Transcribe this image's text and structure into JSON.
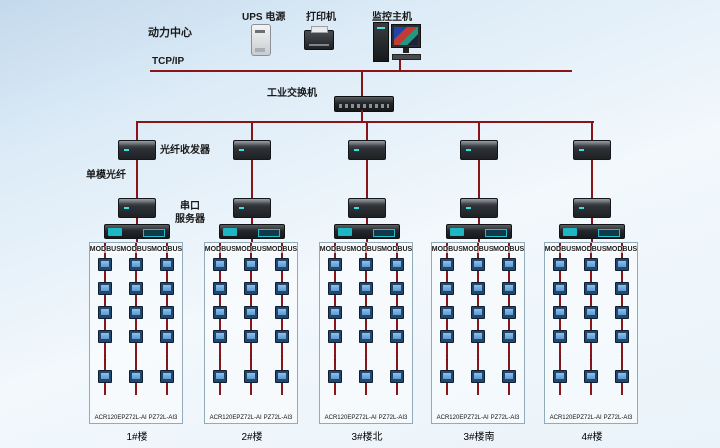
{
  "header": {
    "power_center": "动力中心",
    "tcpip": "TCP/IP",
    "switch": "工业交换机",
    "devices": {
      "ups": "UPS 电源",
      "printer": "打印机",
      "host": "监控主机"
    }
  },
  "links": {
    "fiber_transceiver": "光纤收发器",
    "single_mode_fiber": "单模光纤",
    "serial_server": [
      "串口",
      "服务器"
    ]
  },
  "misc": {
    "ellipsis": "⋮"
  },
  "colors": {
    "line": "#8a1518",
    "background_top": "#c3d9ec",
    "background_bottom": "#f2f8fc",
    "meter_body": "#24466b",
    "meter_screen": "#5a9ad4",
    "serial_accent": "#1fb6c4"
  },
  "groups": [
    {
      "building": "1#楼",
      "buses": [
        "MODBUS",
        "MODBUS",
        "MODBUS"
      ],
      "footer": [
        "ACR120EPZ72L-AI",
        "PZ72L-AI3"
      ]
    },
    {
      "building": "2#楼",
      "buses": [
        "MODBUS",
        "MODBUS",
        "MODBUS"
      ],
      "footer": [
        "ACR120EPZ72L-AI",
        "PZ72L-AI3"
      ]
    },
    {
      "building": "3#楼北",
      "buses": [
        "MODBUS",
        "MODBUS",
        "MODBUS"
      ],
      "footer": [
        "ACR120EPZ72L-AI",
        "PZ72L-AI3"
      ]
    },
    {
      "building": "3#楼南",
      "buses": [
        "MODBUS",
        "MODBUS",
        "MODBUS"
      ],
      "footer": [
        "ACR120EPZ72L-AI",
        "PZ72L-AI3"
      ]
    },
    {
      "building": "4#楼",
      "buses": [
        "MODBUS",
        "MODBUS",
        "MODBUS"
      ],
      "footer": [
        "ACR120EPZ72L-AI",
        "PZ72L-AI3"
      ]
    }
  ]
}
